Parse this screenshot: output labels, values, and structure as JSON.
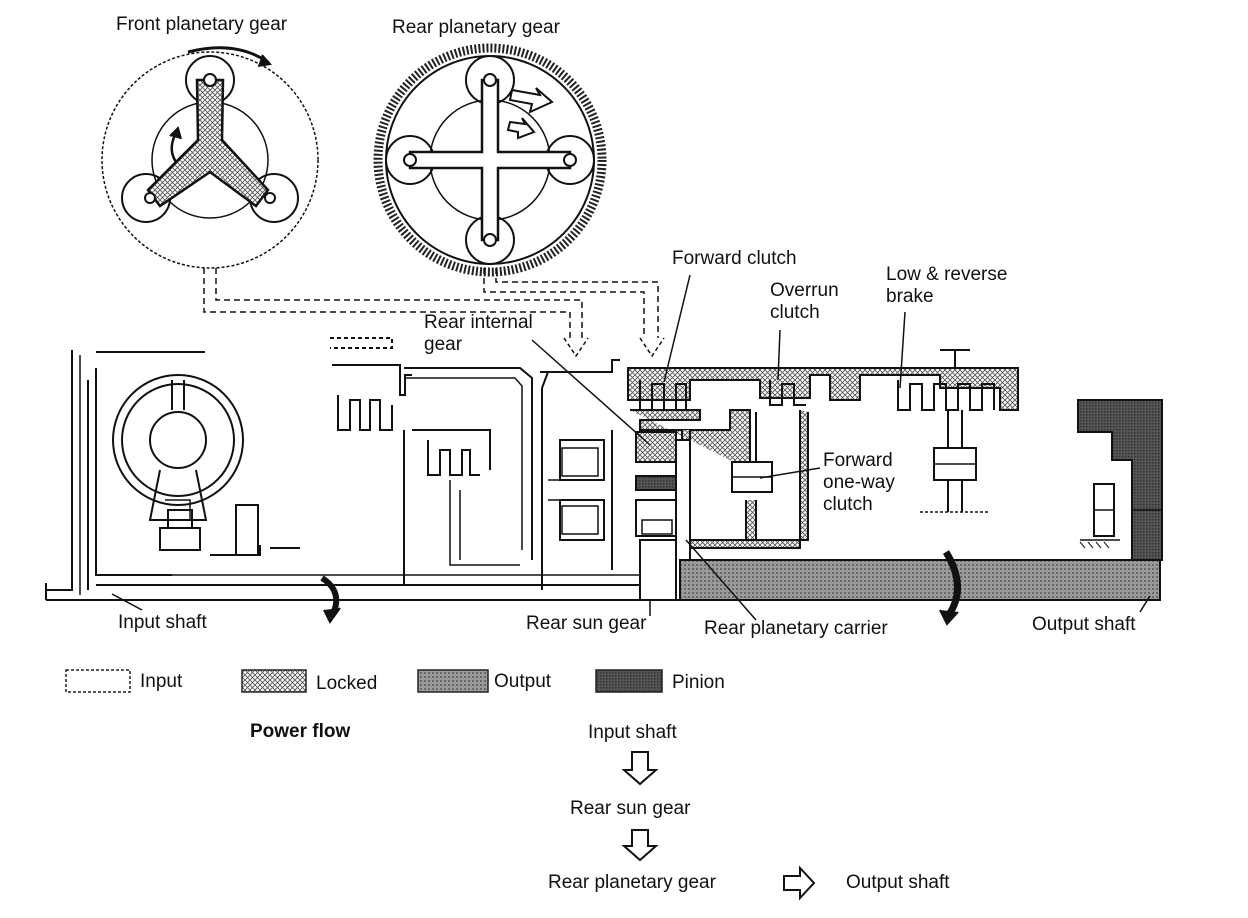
{
  "labels": {
    "front_planetary_gear": "Front planetary gear",
    "rear_planetary_gear": "Rear planetary gear",
    "forward_clutch": "Forward clutch",
    "overrun_clutch": "Overrun clutch",
    "low_reverse_brake": "Low & reverse brake",
    "rear_internal_gear": "Rear internal gear",
    "forward_one_way_clutch": "Forward one-way clutch",
    "input_shaft": "Input shaft",
    "rear_sun_gear": "Rear sun gear",
    "rear_planetary_carrier": "Rear planetary carrier",
    "output_shaft": "Output shaft"
  },
  "legend": [
    {
      "label": "Input",
      "pattern": "input"
    },
    {
      "label": "Locked",
      "pattern": "locked"
    },
    {
      "label": "Output",
      "pattern": "output"
    },
    {
      "label": "Pinion",
      "pattern": "pinion"
    }
  ],
  "power_flow": {
    "title": "Power flow",
    "steps": [
      "Input shaft",
      "Rear sun gear",
      "Rear planetary gear",
      "Output shaft"
    ]
  }
}
